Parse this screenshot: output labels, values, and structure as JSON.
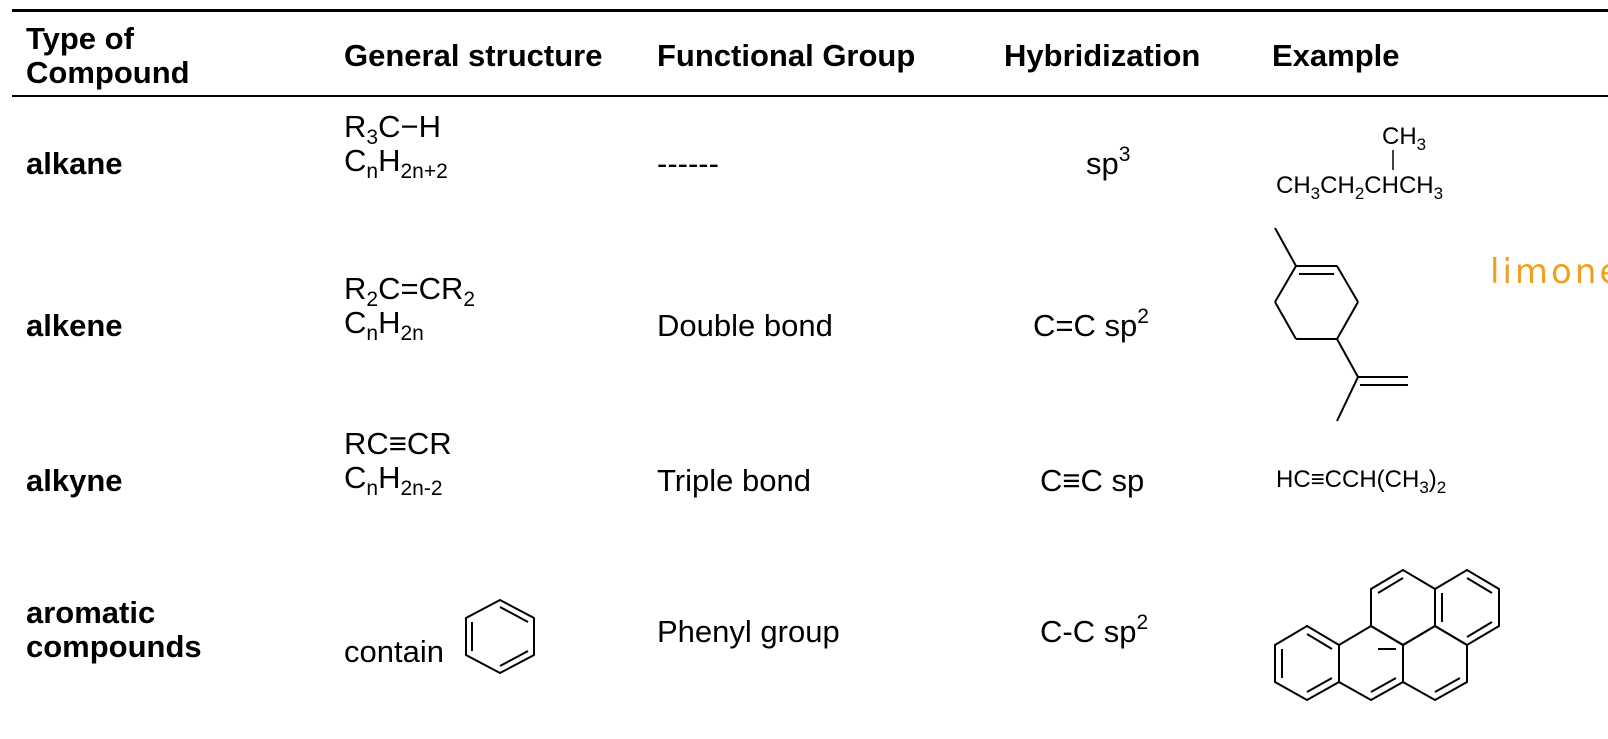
{
  "headers": {
    "type_line1": "Type of",
    "type_line2": "Compound",
    "general": "General structure",
    "functional": "Functional Group",
    "hybrid": "Hybridization",
    "example": "Example"
  },
  "rows": [
    {
      "type": "alkane",
      "general_line1": {
        "a": "R",
        "a_sub": "3",
        "b": "C−H"
      },
      "general_line2": {
        "a": "C",
        "a_sub": "n",
        "b": "H",
        "b_sub": "2n+2"
      },
      "functional": "------",
      "hybrid": {
        "text": "sp",
        "sup": "3"
      },
      "example": {
        "top": {
          "a": "CH",
          "a_sub": "3"
        },
        "bottom": {
          "a": "CH",
          "a_sub": "3",
          "b": "CH",
          "b_sub": "2",
          "c": "CHCH",
          "c_sub": "3"
        }
      }
    },
    {
      "type": "alkene",
      "general_line1": {
        "a": "R",
        "a_sub": "2",
        "b": "C=CR",
        "b_sub": "2"
      },
      "general_line2": {
        "a": "C",
        "a_sub": "n",
        "b": "H",
        "b_sub": "2n"
      },
      "functional": "Double bond",
      "hybrid": {
        "text": "C=C sp",
        "sup": "2"
      },
      "example": {
        "handwritten": "limone"
      }
    },
    {
      "type": "alkyne",
      "general_line1": {
        "a": "RC≡CR"
      },
      "general_line2": {
        "a": "C",
        "a_sub": "n",
        "b": "H",
        "b_sub": "2n-2"
      },
      "functional": "Triple bond",
      "hybrid": {
        "text": "C≡C sp"
      },
      "example": {
        "a": "HC≡CCH(CH",
        "a_sub": "3",
        "b": ")",
        "b_sub": "2"
      }
    },
    {
      "type_line1": "aromatic",
      "type_line2": "compounds",
      "general": "contain",
      "functional": "Phenyl group",
      "hybrid": {
        "text": "C-C sp",
        "sup": "2"
      }
    }
  ],
  "colors": {
    "handwriting": "#f0a020",
    "rules": "#000000"
  }
}
